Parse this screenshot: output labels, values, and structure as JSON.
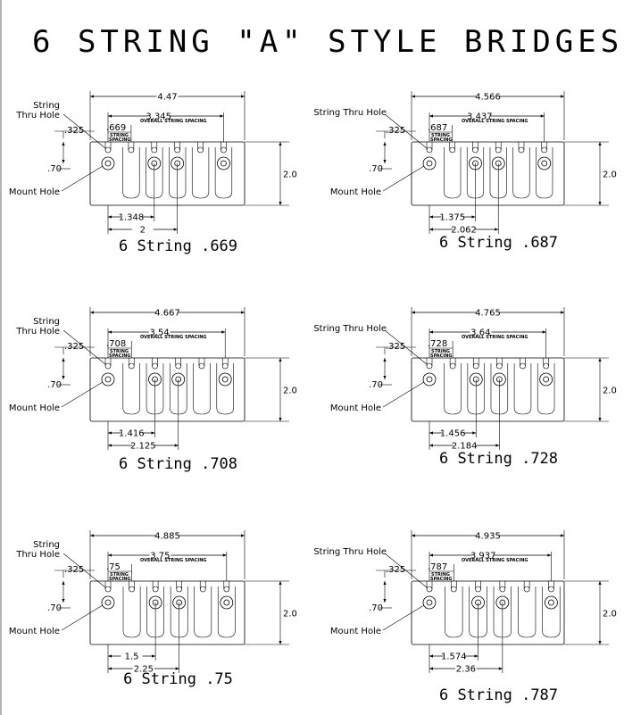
{
  "title": "6 STRING \"A\" STYLE BRIDGES",
  "common": {
    "string_thru_label": "String Thru Hole",
    "string_label": "String",
    "thru_hole_label": "Thru Hole",
    "mount_hole_label": "Mount Hole",
    "string_spacing_label_1": "STRING",
    "string_spacing_label_2": "SPACING",
    "overall_spacing_label": "OVERALL STRING SPACING",
    "dim_top_offset": ".325",
    "dim_mount_offset": ".70",
    "dim_height": "2.0"
  },
  "bridges": [
    {
      "name": "6 String .669",
      "overall_width": "4.47",
      "overall_spacing": "3.345",
      "string_spacing": ".669",
      "mount_dim_1": "1.348",
      "mount_dim_2": "2",
      "label_style": "split"
    },
    {
      "name": "6 String .687",
      "overall_width": "4.566",
      "overall_spacing": "3.437",
      "string_spacing": ".687",
      "mount_dim_1": "1.375",
      "mount_dim_2": "2.062",
      "label_style": "single"
    },
    {
      "name": "6 String .708",
      "overall_width": "4.667",
      "overall_spacing": "3.54",
      "string_spacing": ".708",
      "mount_dim_1": "1.416",
      "mount_dim_2": "2.125",
      "label_style": "split"
    },
    {
      "name": "6 String .728",
      "overall_width": "4.765",
      "overall_spacing": "3.64",
      "string_spacing": ".728",
      "mount_dim_1": "1.456",
      "mount_dim_2": "2.184",
      "label_style": "single"
    },
    {
      "name": "6 String .75",
      "overall_width": "4.885",
      "overall_spacing": "3.75",
      "string_spacing": ".75",
      "mount_dim_1": "1.5",
      "mount_dim_2": "2.25",
      "label_style": "split"
    },
    {
      "name": "6 String .787",
      "overall_width": "4.935",
      "overall_spacing": "3.937",
      "string_spacing": ".787",
      "mount_dim_1": "1.574",
      "mount_dim_2": "2.36",
      "label_style": "single"
    }
  ]
}
